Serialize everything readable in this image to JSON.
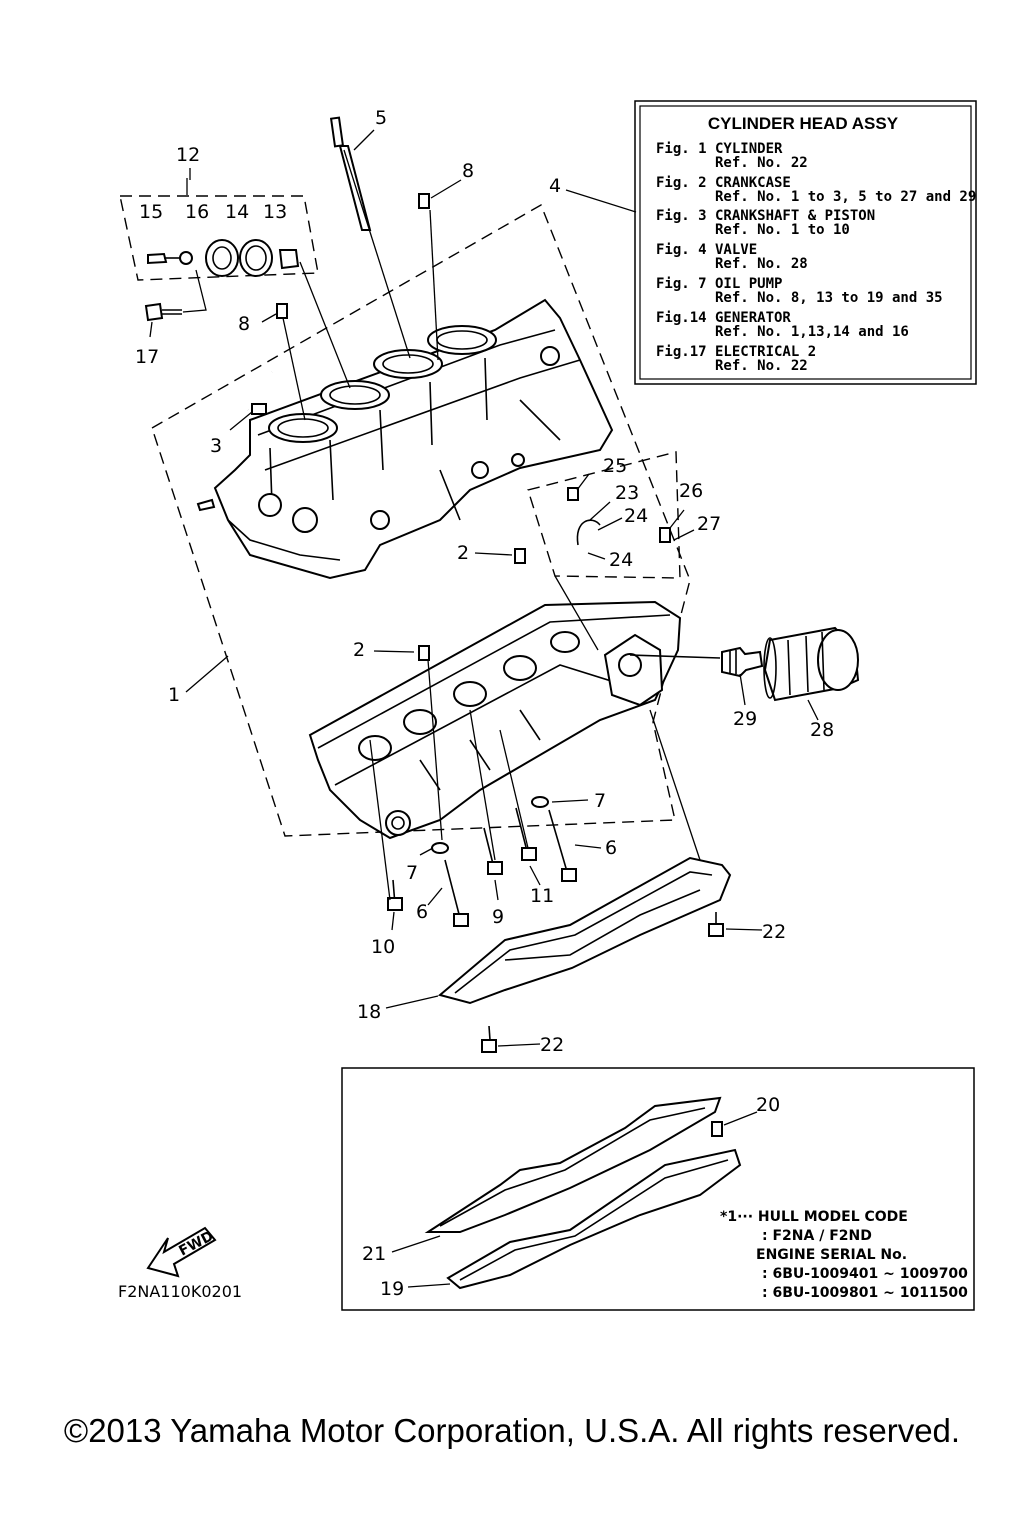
{
  "reference_box": {
    "title": "CYLINDER HEAD ASSY",
    "lines": [
      {
        "fig": "Fig.  1 CYLINDER",
        "ref": "Ref. No. 22"
      },
      {
        "fig": "Fig.  2 CRANKCASE",
        "ref": "Ref. No. 1 to 3, 5 to 27 and 29"
      },
      {
        "fig": "Fig.  3 CRANKSHAFT & PISTON",
        "ref": "Ref. No. 1 to 10"
      },
      {
        "fig": "Fig.  4 VALVE",
        "ref": "Ref. No. 28"
      },
      {
        "fig": "Fig.  7 OIL PUMP",
        "ref": "Ref. No. 8, 13 to 19 and 35"
      },
      {
        "fig": "Fig.14 GENERATOR",
        "ref": "Ref. No. 1,13,14 and 16"
      },
      {
        "fig": "Fig.17 ELECTRICAL 2",
        "ref": "Ref. No. 22"
      }
    ]
  },
  "part_labels": {
    "p1": "1",
    "p2a": "2",
    "p2b": "2",
    "p3": "3",
    "p4": "4",
    "p5": "5",
    "p6a": "6",
    "p6b": "6",
    "p7a": "7",
    "p7b": "7",
    "p8a": "8",
    "p8b": "8",
    "p9": "9",
    "p10": "10",
    "p11": "11",
    "p12": "12",
    "p13": "13",
    "p14": "14",
    "p15": "15",
    "p16": "16",
    "p17": "17",
    "p18": "18",
    "p19": "19",
    "p20": "20",
    "p21": "21",
    "p22a": "22",
    "p22b": "22",
    "p23": "23",
    "p24a": "24",
    "p24b": "24",
    "p25": "25",
    "p26": "26",
    "p27": "27",
    "p28": "28",
    "p29": "29"
  },
  "hull_note": {
    "line1": "*1··· HULL MODEL CODE",
    "line2": ": F2NA / F2ND",
    "line3": "ENGINE SERIAL No.",
    "line4": ": 6BU-1009401 ~ 1009700",
    "line5": ": 6BU-1009801 ~ 1011500"
  },
  "fwd_label": "FWD",
  "drawing_code": "F2NA110K0201",
  "copyright": "©2013 Yamaha Motor Corporation, U.S.A. All rights reserved."
}
